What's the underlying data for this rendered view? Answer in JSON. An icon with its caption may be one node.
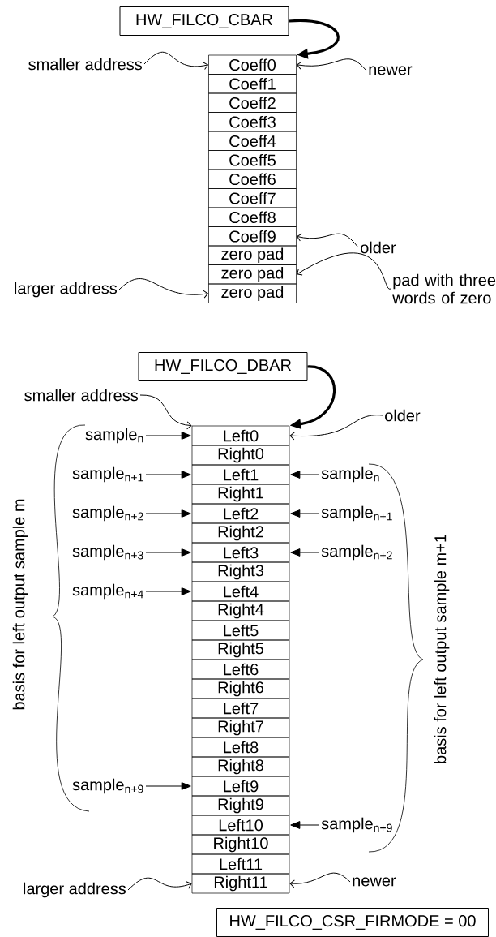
{
  "diagram": {
    "nodes": [
      {
        "text": [
          "HW_FILCO_CBAR"
        ]
      },
      {
        "text": [
          "Coeff0"
        ]
      },
      {
        "text": [
          "Coeff1"
        ]
      },
      {
        "text": [
          "Coeff2"
        ]
      },
      {
        "text": [
          "Coeff3"
        ]
      },
      {
        "text": [
          "Coeff4"
        ]
      },
      {
        "text": [
          "Coeff5"
        ]
      },
      {
        "text": [
          "Coeff6"
        ]
      },
      {
        "text": [
          "Coeff7"
        ]
      },
      {
        "text": [
          "Coeff8"
        ]
      },
      {
        "text": [
          "Coeff9"
        ]
      },
      {
        "text": [
          "zero pad"
        ]
      },
      {
        "text": [
          "zero pad"
        ]
      },
      {
        "text": [
          "zero pad"
        ]
      },
      {
        "text": [
          "smaller address"
        ]
      },
      {
        "text": [
          "newer"
        ]
      },
      {
        "text": [
          "older"
        ]
      },
      {
        "text": [
          "larger address"
        ]
      },
      {
        "text": [
          "pad with three words of zero"
        ]
      },
      {
        "text": [
          "HW_FILCO_DBAR"
        ]
      },
      {
        "text": [
          "Left0"
        ]
      },
      {
        "text": [
          "Right0"
        ]
      },
      {
        "text": [
          "Left1"
        ]
      },
      {
        "text": [
          "Right1"
        ]
      },
      {
        "text": [
          "Left2"
        ]
      },
      {
        "text": [
          "Right2"
        ]
      },
      {
        "text": [
          "Left3"
        ]
      },
      {
        "text": [
          "Right3"
        ]
      },
      {
        "text": [
          "Left4"
        ]
      },
      {
        "text": [
          "Right4"
        ]
      },
      {
        "text": [
          "Left5"
        ]
      },
      {
        "text": [
          "Right5"
        ]
      },
      {
        "text": [
          "Left6"
        ]
      },
      {
        "text": [
          "Right6"
        ]
      },
      {
        "text": [
          "Left7"
        ]
      },
      {
        "text": [
          "Right7"
        ]
      },
      {
        "text": [
          "Left8"
        ]
      },
      {
        "text": [
          "Right8"
        ]
      },
      {
        "text": [
          "Left9"
        ]
      },
      {
        "text": [
          "Right9"
        ]
      },
      {
        "text": [
          "Left10"
        ]
      },
      {
        "text": [
          "Right10"
        ]
      },
      {
        "text": [
          "Left11"
        ]
      },
      {
        "text": [
          "Right11"
        ]
      },
      {
        "text": [
          "smaller address"
        ]
      },
      {
        "text": [
          "older"
        ]
      },
      {
        "text": [
          "sample$_{n}$"
        ]
      },
      {
        "text": [
          "sample$_{n+1}$"
        ]
      },
      {
        "text": [
          "sample$_{n+2}$"
        ]
      },
      {
        "text": [
          "sample$_{n+3}$"
        ]
      },
      {
        "text": [
          "sample$_{n+4}$"
        ]
      },
      {
        "text": [
          "sample$_{n+9}$"
        ]
      },
      {
        "text": [
          "sample$_{n}$"
        ]
      },
      {
        "text": [
          "sample$_{n+1}$"
        ]
      },
      {
        "text": [
          "sample$_{n+2}$"
        ]
      },
      {
        "text": [
          "sample$_{n+9}$"
        ]
      },
      {
        "text": [
          "larger address"
        ]
      },
      {
        "text": [
          "newer"
        ]
      },
      {
        "text": [
          "HW_FILCO_CSR_FIRMODE = 00"
        ]
      }
    ],
    "edges": [
      {
        "from": 0,
        "to": 1,
        "arrow": "to",
        "style": "thick"
      },
      {
        "from": 14,
        "to": 1,
        "arrow": "to"
      },
      {
        "from": 15,
        "to": 1,
        "arrow": "to"
      },
      {
        "from": 16,
        "to": 10,
        "arrow": "to"
      },
      {
        "from": 17,
        "to": 13,
        "arrow": "to"
      },
      {
        "from": 18,
        "to": 12,
        "arrow": "to"
      },
      {
        "from": 19,
        "to": 20,
        "arrow": "to",
        "style": "thick"
      },
      {
        "from": 44,
        "to": 20,
        "arrow": "to"
      },
      {
        "from": 45,
        "to": 20,
        "arrow": "to"
      },
      {
        "from": 46,
        "to": 20,
        "arrow": "to"
      },
      {
        "from": 47,
        "to": 22,
        "arrow": "to"
      },
      {
        "from": 48,
        "to": 24,
        "arrow": "to"
      },
      {
        "from": 49,
        "to": 26,
        "arrow": "to"
      },
      {
        "from": 50,
        "to": 28,
        "arrow": "to"
      },
      {
        "from": 51,
        "to": 38,
        "arrow": "to"
      },
      {
        "from": 52,
        "to": 22,
        "arrow": "to"
      },
      {
        "from": 53,
        "to": 24,
        "arrow": "to"
      },
      {
        "from": 54,
        "to": 26,
        "arrow": "to"
      },
      {
        "from": 55,
        "to": 40,
        "arrow": "to"
      },
      {
        "from": 56,
        "to": 43,
        "arrow": "to"
      },
      {
        "from": 57,
        "to": 43,
        "arrow": "to"
      }
    ],
    "labels": [
      "basis for left output sample m",
      "basis for left output sample m+1"
    ]
  }
}
